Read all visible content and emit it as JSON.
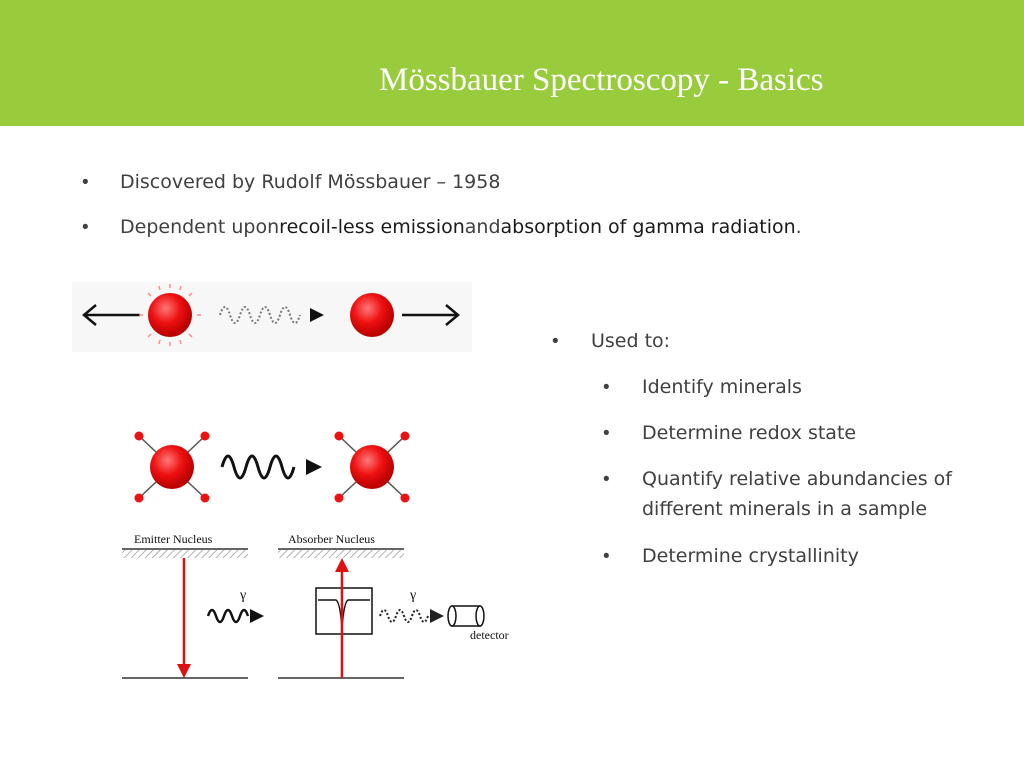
{
  "header": {
    "title": "Mössbauer Spectroscopy - Basics"
  },
  "bullets": [
    {
      "text": "Discovered by Rudolf Mössbauer – 1958"
    },
    {
      "pre": "Dependent upon ",
      "em1": "recoil-less emission",
      "mid": " and ",
      "em2": "absorption of gamma radiation",
      "post": "."
    }
  ],
  "used_to": {
    "label": "Used to:",
    "items": [
      "Identify minerals",
      "Determine redox state",
      "Quantify relative abundancies of",
      "different minerals in a sample",
      "Determine crystallinity"
    ]
  },
  "diagram": {
    "emitter_label": "Emitter Nucleus",
    "absorber_label": "Absorber Nucleus",
    "gamma_symbol": "γ",
    "detector_label": "detector"
  },
  "colors": {
    "header": "#99CC3D",
    "nucleus": "#ee1111",
    "arrow": "#dd1111"
  }
}
